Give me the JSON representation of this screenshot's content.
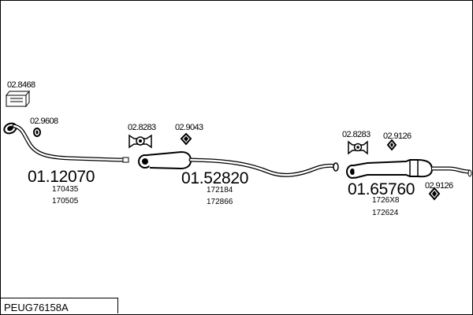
{
  "diagram": {
    "title_code": "PEUG76158A",
    "accessories": [
      {
        "code": "02.8468",
        "icon": "mounting-kit-box-icon"
      },
      {
        "code": "02.9608",
        "icon": "gasket-ring-icon"
      },
      {
        "code": "02.8283",
        "icon": "clamp-icon"
      },
      {
        "code": "02.9043",
        "icon": "rubber-mount-icon"
      },
      {
        "code": "02.8283",
        "icon": "clamp-icon"
      },
      {
        "code": "02.9126",
        "icon": "rubber-mount-icon"
      },
      {
        "code": "02.9126",
        "icon": "rubber-mount-icon"
      }
    ],
    "sections": [
      {
        "part_number": "01.12070",
        "refs": [
          "170435",
          "170505"
        ]
      },
      {
        "part_number": "01.52820",
        "refs": [
          "172184",
          "172866"
        ]
      },
      {
        "part_number": "01.65760",
        "refs": [
          "1726X8",
          "172624"
        ]
      }
    ]
  }
}
